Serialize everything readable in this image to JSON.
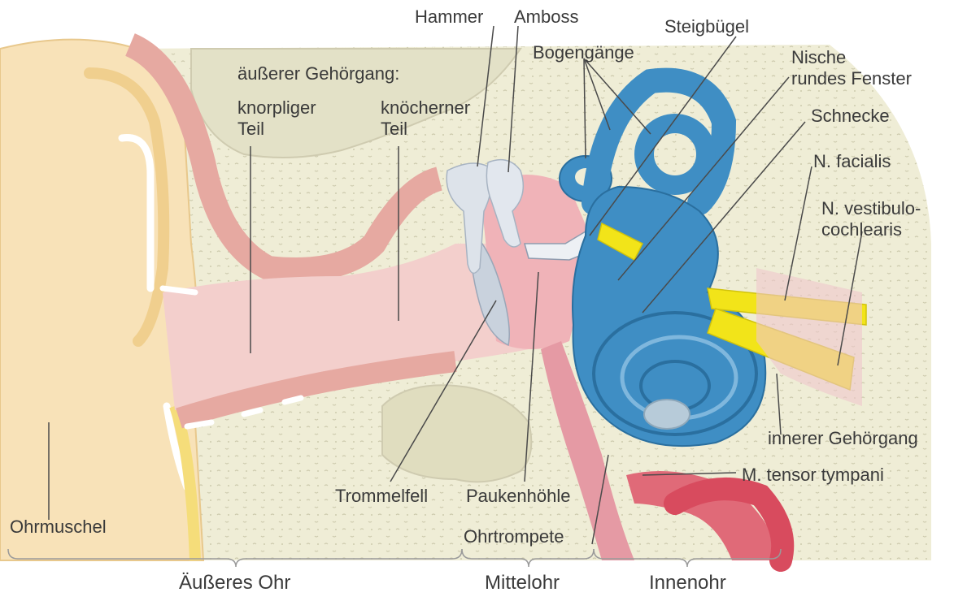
{
  "labels": {
    "hammer": "Hammer",
    "amboss": "Amboss",
    "steigbuegel": "Steigbügel",
    "bogengaenge": "Bogengänge",
    "nische": "Nische\nrundes Fenster",
    "schnecke": "Schnecke",
    "gehoergang_aeusserer": "äußerer Gehörgang:",
    "knorpliger_teil": "knorpliger\nTeil",
    "knoecherner_teil": "knöcherner\nTeil",
    "n_facialis": "N. facialis",
    "n_vestibulocochlearis": "N. vestibulo-\ncochlearis",
    "innerer_gehoergang": "innerer Gehörgang",
    "m_tensor_tympani": "M. tensor tympani",
    "ohrmuschel": "Ohrmuschel",
    "trommelfell": "Trommelfell",
    "paukenhoehle": "Paukenhöhle",
    "ohrtrompete": "Ohrtrompete"
  },
  "sections": {
    "aeusseres_ohr": "Äußeres Ohr",
    "mittelohr": "Mittelohr",
    "innenohr": "Innenohr"
  },
  "colors": {
    "bone": "#efedd6",
    "pinna": "#f8e2b8",
    "canal": "#f3cfcc",
    "membrane": "#c9d2dd",
    "labyrinth": "#3f8ec4",
    "nerve": "#f2e419",
    "muscle": "#e06a78",
    "line": "#4a4a4a"
  }
}
